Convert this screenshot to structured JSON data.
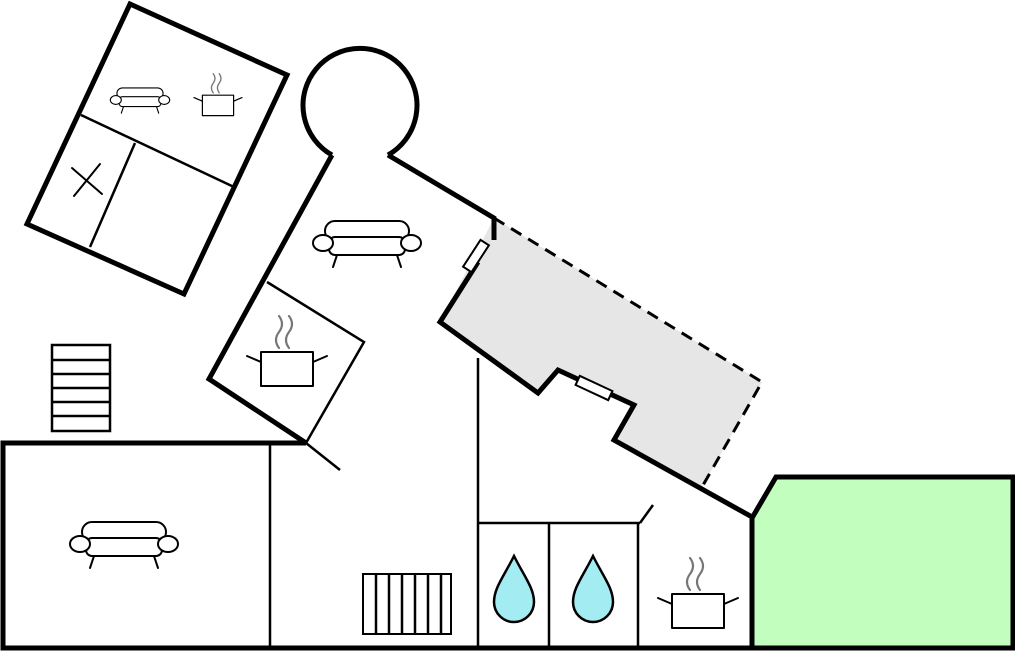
{
  "colors": {
    "wall": "#000000",
    "background": "#ffffff",
    "terrace": "#e6e6e6",
    "garden": "#c2ffbf",
    "water": "#a3ecf2"
  },
  "rooms": [
    {
      "id": "tilted-room-top",
      "icons": [
        "sofa-icon",
        "cooking-pot-icon"
      ]
    },
    {
      "id": "tilted-room-bedroom",
      "icons": [
        "cross-icon"
      ]
    },
    {
      "id": "tilted-room-plain",
      "icons": []
    },
    {
      "id": "main-living",
      "icons": [
        "sofa-icon"
      ]
    },
    {
      "id": "kitchen-nook",
      "icons": [
        "cooking-pot-icon"
      ]
    },
    {
      "id": "terrace",
      "icons": []
    },
    {
      "id": "bottom-left-living",
      "icons": [
        "sofa-icon"
      ]
    },
    {
      "id": "bottom-hall",
      "icons": [
        "radiator-icon"
      ]
    },
    {
      "id": "bathroom-1",
      "icons": [
        "water-drop-icon"
      ]
    },
    {
      "id": "bathroom-2",
      "icons": [
        "water-drop-icon"
      ]
    },
    {
      "id": "kitchen-bottom",
      "icons": [
        "cooking-pot-icon"
      ]
    },
    {
      "id": "garden",
      "icons": []
    }
  ],
  "icons": [
    "sofa-icon",
    "cooking-pot-icon",
    "cross-icon",
    "stairs-icon",
    "radiator-icon",
    "water-drop-icon",
    "window-icon"
  ]
}
